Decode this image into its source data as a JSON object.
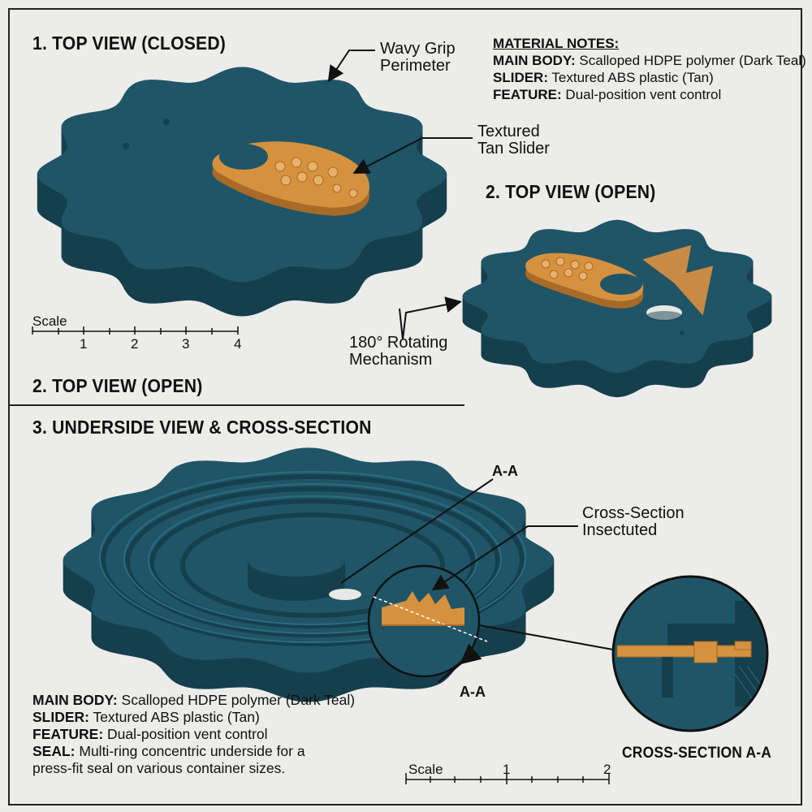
{
  "sections": {
    "closed_title": "1. TOP VIEW (CLOSED)",
    "open_title_right": "2. TOP VIEW (OPEN)",
    "open_title_left": "2. TOP VIEW (OPEN)",
    "underside_title": "3. UNDERSIDE VIEW & CROSS-SECTION",
    "cross_section_title": "CROSS-SECTION A-A"
  },
  "callouts": {
    "wavy_grip": [
      "Wavy Grip",
      "Perimeter"
    ],
    "tan_slider": [
      "Textured",
      "Tan Slider"
    ],
    "rotating": [
      "180° Rotating",
      "Mechanism"
    ],
    "cross_section": [
      "Cross-Section",
      "Insectuted"
    ],
    "section_label_top": "A-A",
    "section_label_bottom": "A-A"
  },
  "material_notes": {
    "title": "MATERIAL NOTES:",
    "items": [
      {
        "label": "MAIN BODY:",
        "text": "Scalloped HDPE polymer (Dark Teal)"
      },
      {
        "label": "SLIDER:",
        "text": "Textured ABS plastic (Tan)"
      },
      {
        "label": "FEATURE:",
        "text": "Dual-position vent control"
      }
    ]
  },
  "bottom_notes": {
    "items": [
      {
        "label": "MAIN BODY:",
        "text": "Scalloped HDPE polymer (Dark Teal)"
      },
      {
        "label": "SLIDER:",
        "text": "Textured ABS plastic (Tan)"
      },
      {
        "label": "FEATURE:",
        "text": "Dual-position vent control"
      },
      {
        "label": "SEAL:",
        "text": "Multi-ring concentric underside for a"
      }
    ],
    "continuation": "press-fit seal on various container sizes."
  },
  "scale_top": {
    "label": "Scale",
    "ticks": [
      "1",
      "2",
      "3",
      "4"
    ]
  },
  "scale_bottom": {
    "label": "Scale",
    "ticks": [
      "1",
      "2"
    ]
  },
  "colors": {
    "teal": "#1f5567",
    "teal_dark": "#163f4d",
    "tan": "#d5913e",
    "tan_dark": "#a86a27"
  }
}
